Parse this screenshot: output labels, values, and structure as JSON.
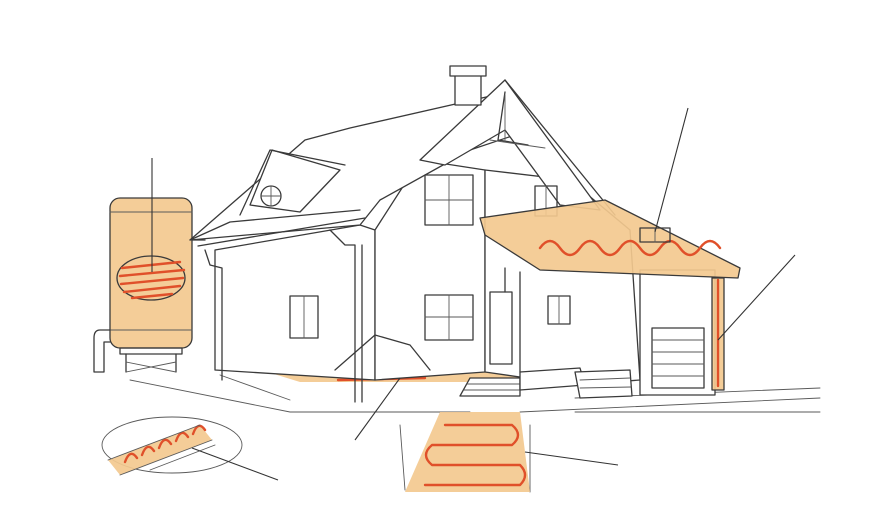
{
  "colors": {
    "zone_fill": "#f3c98f",
    "cable": "#e0502a",
    "outline": "#3a3a3a",
    "background": "#ffffff"
  },
  "zones": [
    {
      "id": "water-tank",
      "heated": true
    },
    {
      "id": "roof-and-gutter",
      "heated": true
    },
    {
      "id": "downpipe",
      "heated": true
    },
    {
      "id": "indoor-floor",
      "heated": true
    },
    {
      "id": "driveway-path",
      "heated": true
    },
    {
      "id": "pipe-trace",
      "heated": true
    }
  ],
  "icons": [
    "house-illustration",
    "water-tank-icon",
    "chimney-icon",
    "garage-door-icon",
    "pipe-section-icon"
  ]
}
